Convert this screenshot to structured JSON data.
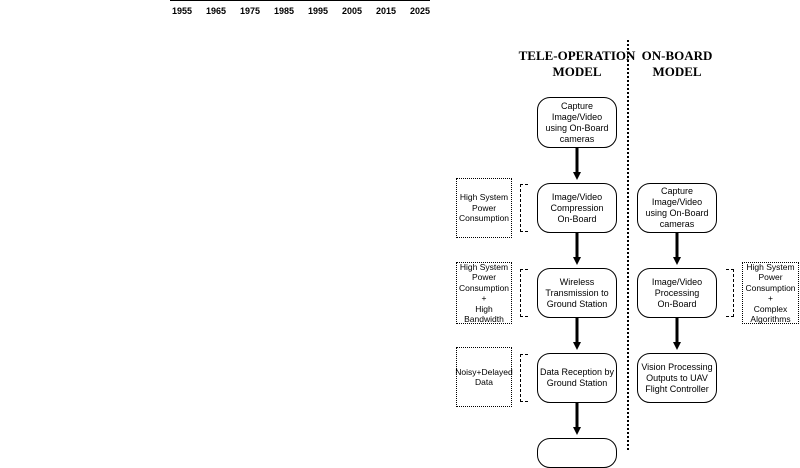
{
  "timeline": {
    "ticks": [
      "1955",
      "1965",
      "1975",
      "1985",
      "1995",
      "2005",
      "2015",
      "2025"
    ]
  },
  "headings": {
    "teleop": "TELE-OPERATION\nMODEL",
    "onboard": "ON-BOARD\nMODEL"
  },
  "teleop_steps": [
    "Capture Image/Video\nusing On-Board\ncameras",
    "Image/Video\nCompression\nOn-Board",
    "Wireless\nTransmission to\nGround Station",
    "Data Reception by\nGround Station"
  ],
  "onboard_steps": [
    "Capture Image/Video\nusing On-Board\ncameras",
    "Image/Video\nProcessing\nOn-Board",
    "Vision Processing\nOutputs to UAV\nFlight Controller"
  ],
  "teleop_notes": [
    "High System\nPower\nConsumption",
    "High System\nPower\nConsumption +\nHigh\nBandwidth",
    "Noisy+Delayed\nData"
  ],
  "onboard_notes": [
    "High System\nPower\nConsumption +\nComplex\nAlgorithms"
  ]
}
